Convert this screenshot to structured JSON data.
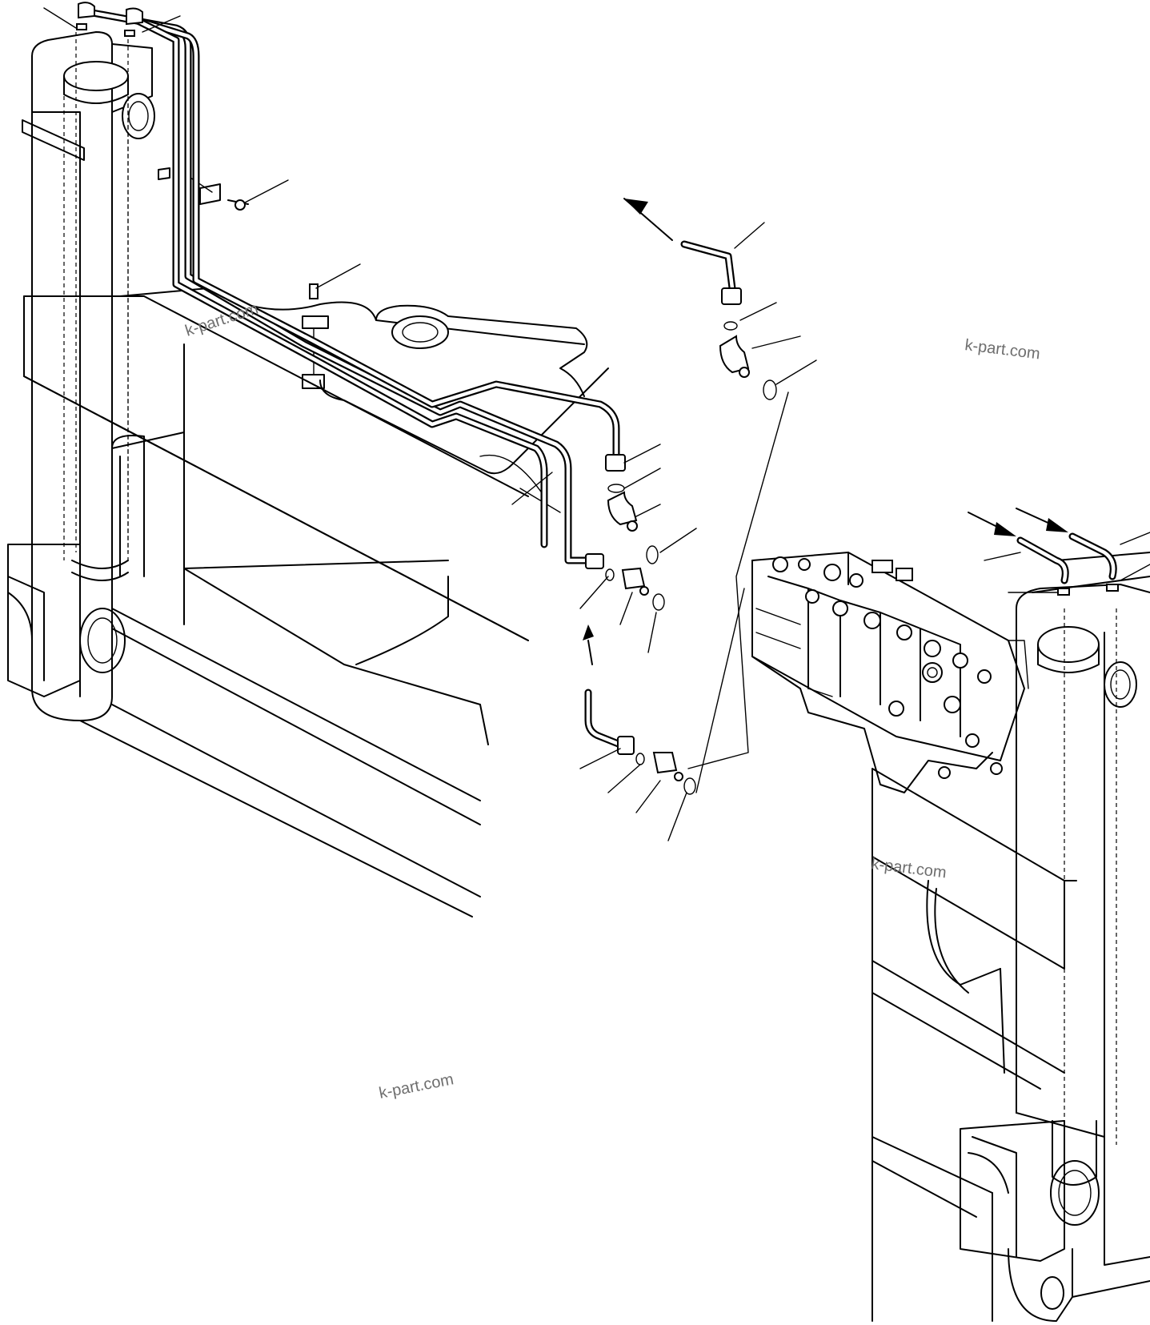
{
  "watermarks": [
    "k-part.com",
    "k-part.com",
    "k-part.com",
    "k-part.com"
  ],
  "colors": {
    "line": "#000000",
    "background": "#ffffff",
    "watermark": "#6e6e6e"
  }
}
